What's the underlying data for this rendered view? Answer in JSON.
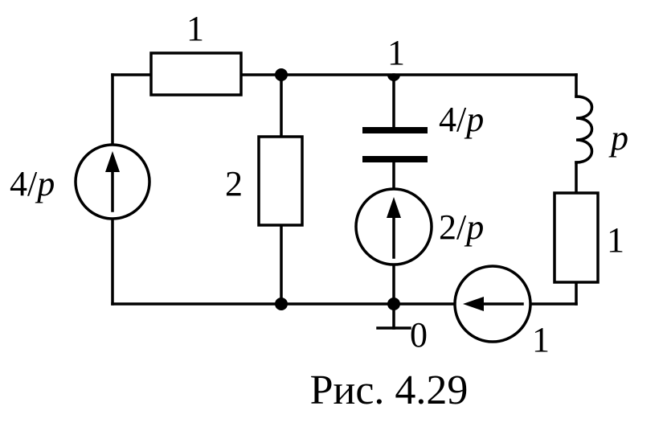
{
  "labels": {
    "r_top": "1",
    "node1": "1",
    "src_left_num": "4/",
    "src_left_var": "p",
    "r_mid": "2",
    "cap_num": "4/",
    "cap_var": "p",
    "src_mid_num": "2/",
    "src_mid_var": "p",
    "inductor": "p",
    "r_right": "1",
    "node0": "0",
    "src_bottom": "1"
  },
  "caption": "Рис. 4.29"
}
